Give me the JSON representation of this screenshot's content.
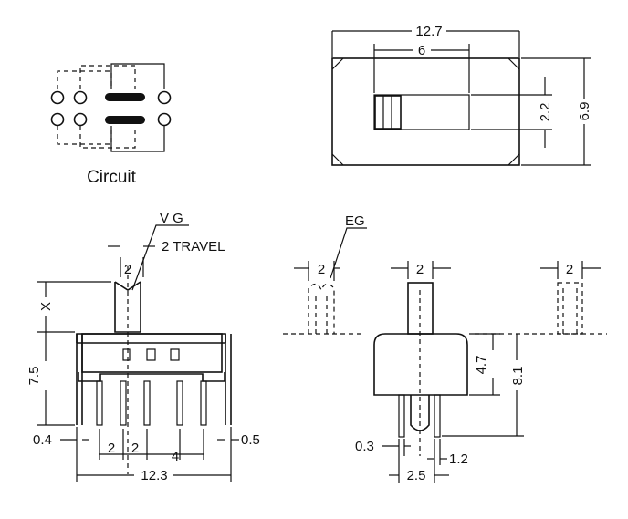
{
  "circuit": {
    "label": "Circuit"
  },
  "top_view": {
    "overall_width": "12.7",
    "slot_width": "6",
    "slot_height": "2.2",
    "overall_height": "6.9"
  },
  "front_view": {
    "actuator_label": "V G",
    "travel_width": "2",
    "travel_label": "2 TRAVEL",
    "actuator_height": "X",
    "body_height": "7.5",
    "pin_width_left": "0.4",
    "pin_width_right": "0.5",
    "pin_pitch_a": "2",
    "pin_pitch_b": "2",
    "pin_spacing": "4",
    "overall_width": "12.3"
  },
  "side_view": {
    "eg_label": "EG",
    "eg_width": "2",
    "actuator_width": "2",
    "right_width": "2",
    "body_top": "4.7",
    "overall_height": "8.1",
    "pin_width": "0.3",
    "pin_length": "1.2",
    "pin_spacing": "2.5"
  }
}
